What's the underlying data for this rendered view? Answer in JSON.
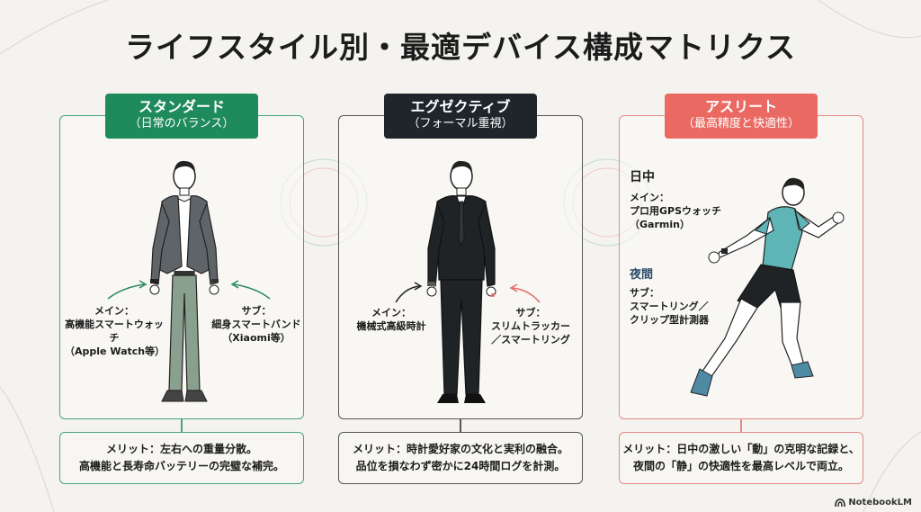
{
  "title": "ライフスタイル別・最適デバイス構成マトリクス",
  "panels": [
    {
      "header_title": "スタンダード",
      "header_subtitle": "（日常のバランス）",
      "main_label": [
        "メイン：",
        "高機能スマートウォッチ",
        "（Apple Watch等）"
      ],
      "sub_label": [
        "サブ：",
        "細身スマートバンド",
        "（Xiaomi等）"
      ],
      "merit": [
        "メリット：左右への重量分散。",
        "高機能と長寿命バッテリーの完璧な補完。"
      ]
    },
    {
      "header_title": "エグゼクティブ",
      "header_subtitle": "（フォーマル重視）",
      "main_label": [
        "メイン：",
        "機械式高級時計"
      ],
      "sub_label": [
        "サブ：",
        "スリムトラッカー",
        "／スマートリング"
      ],
      "merit": [
        "メリット：時計愛好家の文化と実利の融合。",
        "品位を損なわず密かに24時間ログを計測。"
      ]
    },
    {
      "header_title": "アスリート",
      "header_subtitle": "（最高精度と快適性）",
      "day_heading": "日中",
      "main_label": [
        "メイン：",
        "プロ用GPSウォッチ",
        "（Garmin）"
      ],
      "night_heading": "夜間",
      "sub_label": [
        "サブ：",
        "スマートリング／",
        "クリップ型計測器"
      ],
      "merit": [
        "メリット：日中の激しい「動」の克明な記録と、",
        "夜間の「静」の快適性を最高レベルで両立。"
      ]
    }
  ],
  "brand": "NotebookLM",
  "colors": {
    "standard": "#1f8a5b",
    "executive": "#1f262b",
    "athlete": "#ea6a63",
    "background": "#f4f3ef"
  }
}
